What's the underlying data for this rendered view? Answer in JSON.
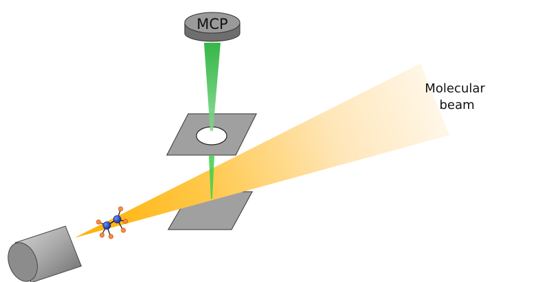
{
  "labels": {
    "detector": "MCP",
    "beam_line1": "Molecular",
    "beam_line2": "beam"
  },
  "colors": {
    "beam_near": "#ffb000",
    "beam_far": "#fff6e8",
    "plate": "#a0a0a0",
    "detector_top": "#9a9a9a",
    "detector_side": "#6e6e6e",
    "ion_signal": "#2fbf3a",
    "atom_center": "#1c3fbf",
    "atom_h": "#ff8a3a"
  },
  "icons": {
    "source": "nozzle-cylinder-icon",
    "molecule": "molecule-icon",
    "detector": "mcp-detector-icon"
  }
}
